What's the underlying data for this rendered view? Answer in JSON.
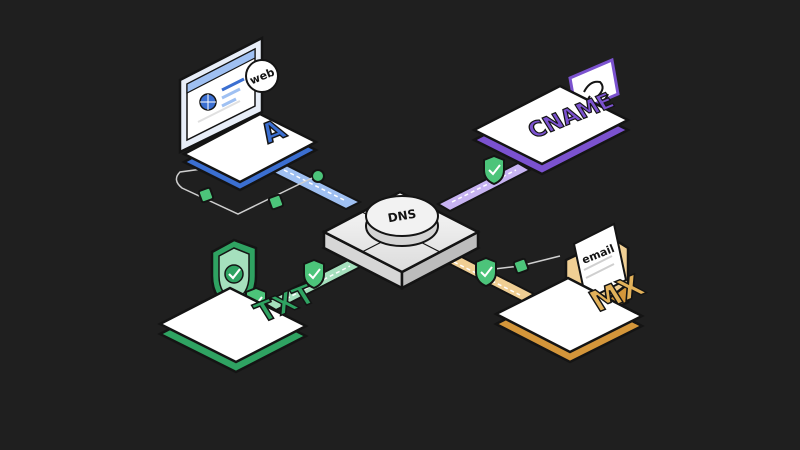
{
  "hub": {
    "label": "DNS"
  },
  "records": {
    "a": {
      "label": "A",
      "color": "#3b6fd1",
      "light": "#9fc0f2"
    },
    "cname": {
      "label": "CNAME",
      "color": "#7b52cf",
      "light": "#c7b3f2"
    },
    "txt": {
      "label": "TXT",
      "color": "#2fa362",
      "light": "#a5e0bd"
    },
    "mx": {
      "label": "MX",
      "color": "#d4963a",
      "light": "#f0cf94"
    }
  },
  "icons": {
    "browser_badge": "web",
    "chain_badge": "link-chain-icon",
    "envelope_card": "email",
    "shield": "shield-check-icon",
    "monitor": "laptop-icon"
  },
  "colors": {
    "background": "#1f1f1f",
    "outline": "#141414",
    "card": "#ffffff",
    "hub": "#ececec"
  }
}
